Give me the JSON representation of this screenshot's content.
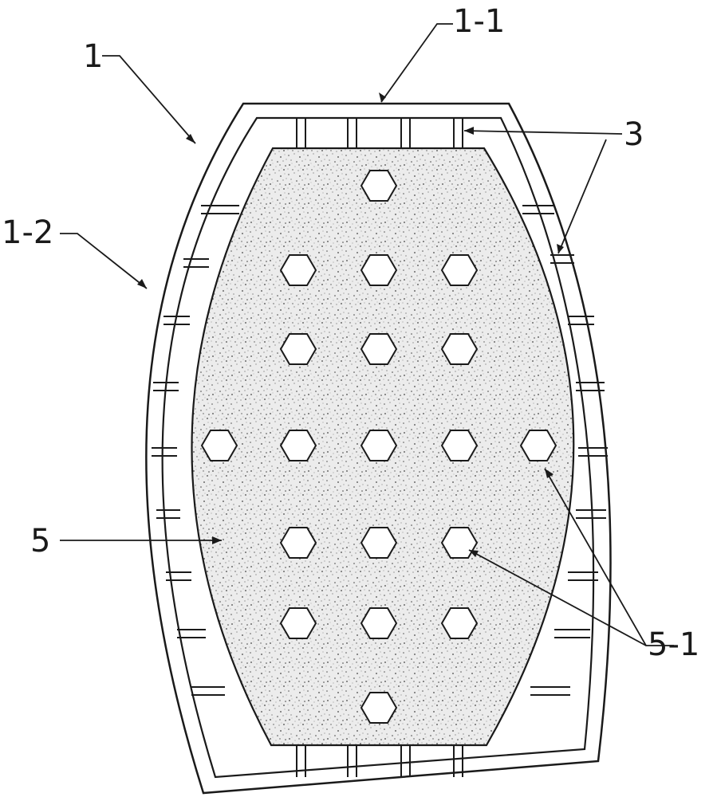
{
  "figure": {
    "callouts": {
      "body": "1",
      "top_wall": "1-1",
      "side_wall": "1-2",
      "spacers": "3",
      "core": "5",
      "hex_holes": "5-1"
    }
  },
  "colors": {
    "line": "#1a1a1a",
    "background": "#ffffff",
    "core_fill": "#ececec",
    "speckle": "#555555",
    "hole_fill": "#ffffff"
  },
  "hex_hole_count": 19
}
